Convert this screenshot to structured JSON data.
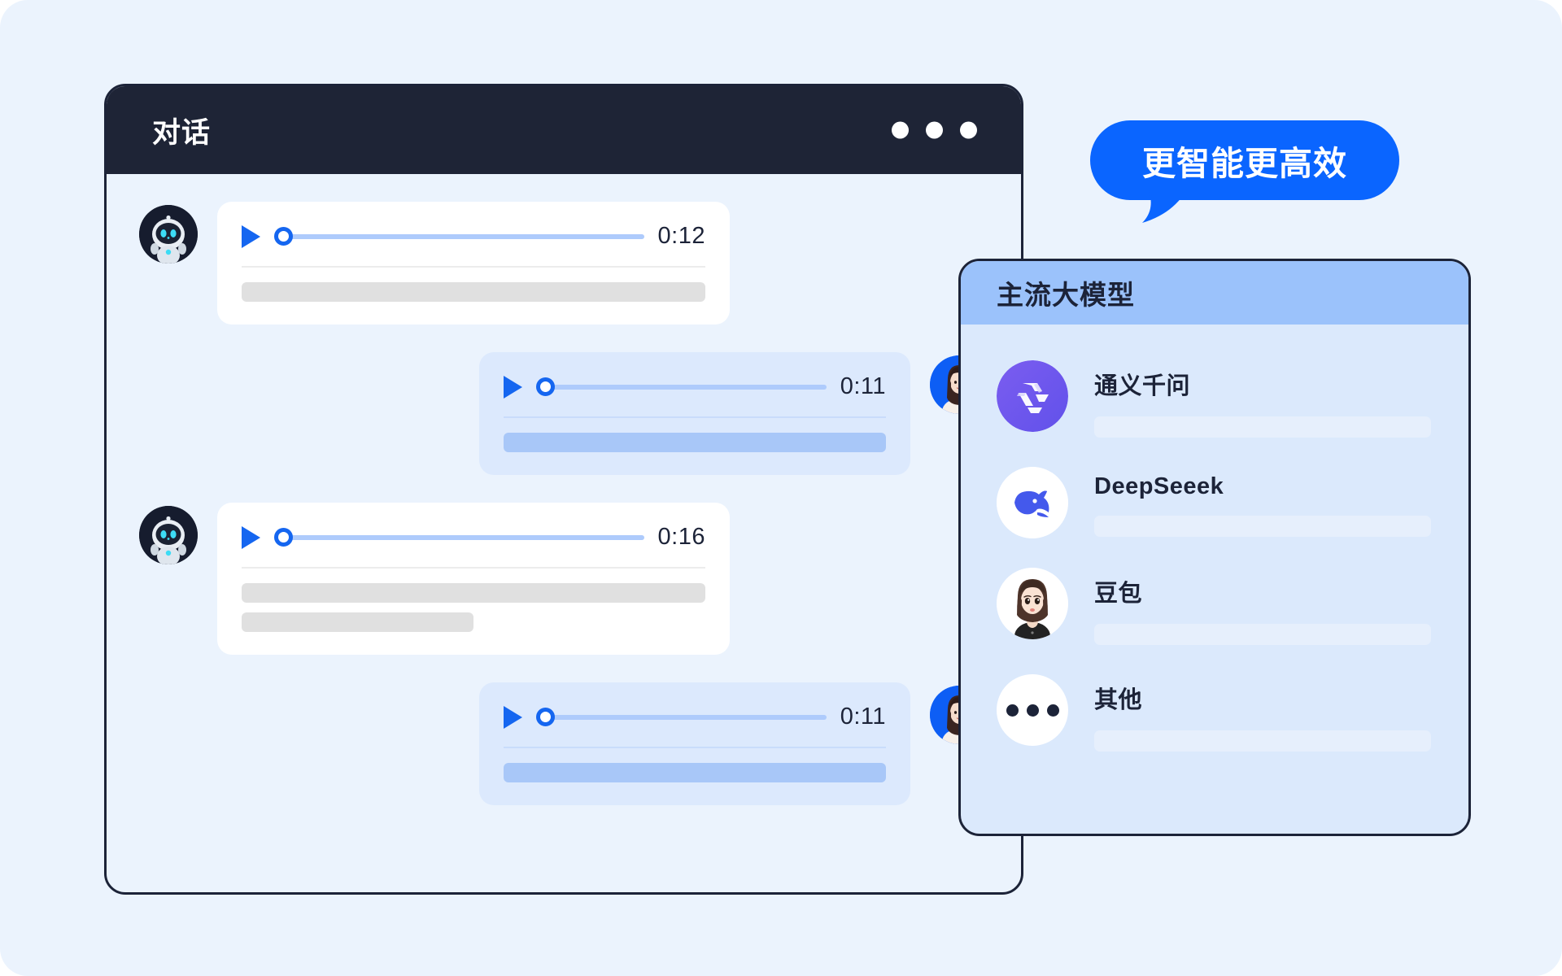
{
  "background_color": "#ebf3fd",
  "chat_window": {
    "title": "对话",
    "titlebar_color": "#1e2436",
    "window_dots_count": 3,
    "messages": [
      {
        "sender": "bot",
        "avatar": "robot-avatar",
        "duration": "0:12",
        "bubble_color": "#ffffff",
        "text_bars": [
          100
        ],
        "progress_percent": 0
      },
      {
        "sender": "user",
        "avatar": "woman-avatar",
        "duration": "0:11",
        "bubble_color": "#dce9fd",
        "text_bars": [
          100
        ],
        "progress_percent": 0
      },
      {
        "sender": "bot",
        "avatar": "robot-avatar",
        "duration": "0:16",
        "bubble_color": "#ffffff",
        "text_bars": [
          100,
          50
        ],
        "progress_percent": 0
      },
      {
        "sender": "user",
        "avatar": "woman-avatar",
        "duration": "0:11",
        "bubble_color": "#dce9fd",
        "text_bars": [
          100
        ],
        "progress_percent": 0
      }
    ]
  },
  "speech_bubble": {
    "text": "更智能更高效",
    "color": "#0a65ff",
    "text_color": "#ffffff"
  },
  "models_panel": {
    "title": "主流大模型",
    "header_color": "#9bc2fb",
    "body_color": "#dbe9fc",
    "items": [
      {
        "name": "通义千问",
        "logo": "qwen-logo"
      },
      {
        "name": "DeepSeeek",
        "logo": "deepseek-whale-logo"
      },
      {
        "name": "豆包",
        "logo": "doubao-girl-logo"
      },
      {
        "name": "其他",
        "logo": "more-dots-icon"
      }
    ]
  },
  "accent_colors": {
    "play_blue": "#1566f0",
    "track_blue": "#aecbfc",
    "dark_navy": "#1c2338"
  }
}
